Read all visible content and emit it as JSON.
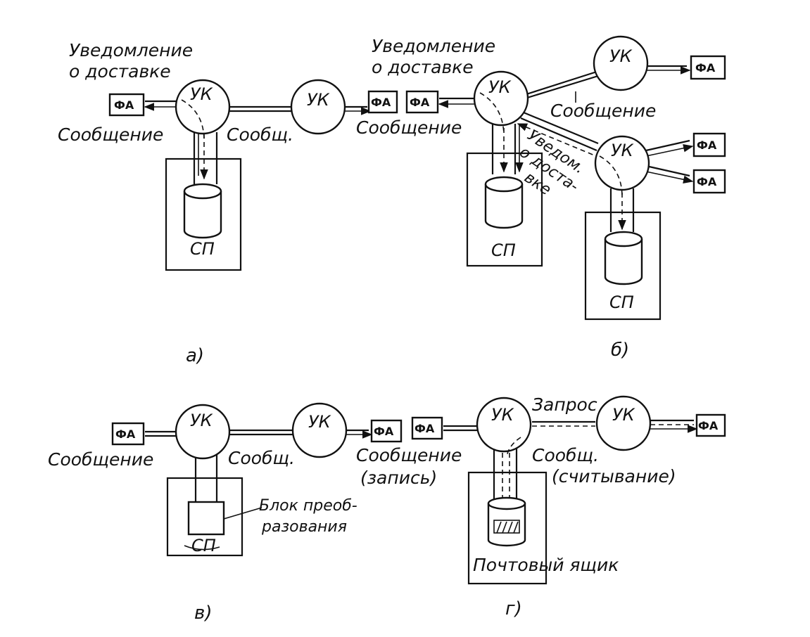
{
  "colors": {
    "ink": "#111111",
    "paper": "#ffffff"
  },
  "panel_a": {
    "caption": "а)",
    "notice_label": [
      "Уведомление",
      "о доставке"
    ],
    "node1": "УК",
    "node2": "УК",
    "fa_left": "ФА",
    "fa_right": "ФА",
    "msg_left": "Сообщение",
    "msg_right": "Сообщ.",
    "store": "СП"
  },
  "panel_b": {
    "caption": "б)",
    "notice_label": [
      "Уведомление",
      "о доставке"
    ],
    "fa_left": "ФА",
    "msg_left": "Сообщение",
    "node_center": "УК",
    "node_top": "УК",
    "node_bottom": "УК",
    "fa_top": "ФА",
    "fa_bottom1": "ФА",
    "fa_bottom2": "ФА",
    "msg_top": "Сообщение",
    "notice_diag": [
      "Уведом.",
      "о доста-",
      "вке"
    ],
    "store1": "СП",
    "store2": "СП"
  },
  "panel_v": {
    "caption": "в)",
    "fa_left": "ФА",
    "msg_left": "Сообщение",
    "node1": "УК",
    "msg_mid": "Сообщ.",
    "node2": "УК",
    "fa_right": "ФА",
    "converter": [
      "Блок преоб-",
      "разования"
    ],
    "store": "СП"
  },
  "panel_g": {
    "caption": "г)",
    "msg_left": [
      "Сообщение",
      "(запись)"
    ],
    "fa_left": "ФА",
    "node1": "УК",
    "request": "Запрос",
    "node2": "УК",
    "fa_right": "ФА",
    "msg_right": [
      "Сообщ.",
      "(считывание)"
    ],
    "mailbox": "Почтовый ящик"
  }
}
